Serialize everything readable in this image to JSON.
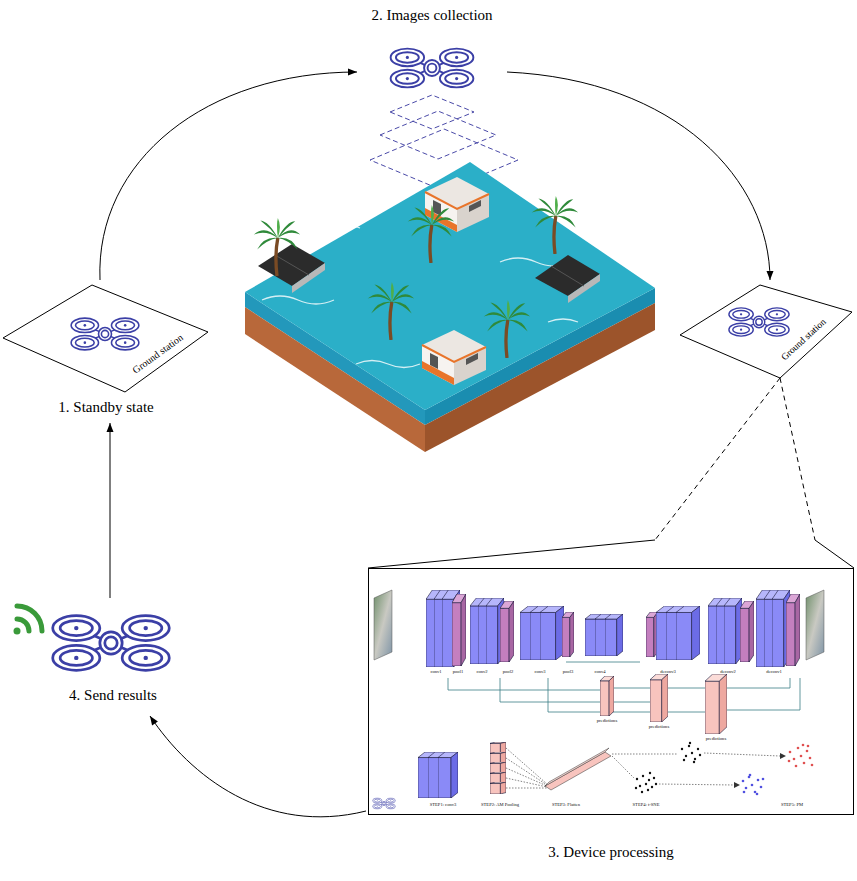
{
  "diagram": {
    "nodes": [
      {
        "text": [
          "Ground station",
          "1. Standby state"
        ]
      },
      {
        "text": [
          "2. Images collection"
        ]
      },
      {
        "text": [
          "Ground station"
        ]
      },
      {
        "text": [
          "3. Device processing"
        ]
      },
      {
        "text": [
          "4. Send results"
        ]
      }
    ],
    "edges": [
      {
        "from": 0,
        "to": 1,
        "arrow": "to"
      },
      {
        "from": 1,
        "to": 2,
        "arrow": "to"
      },
      {
        "from": 2,
        "to": 3,
        "arrow": "none"
      },
      {
        "from": 3,
        "to": 4,
        "arrow": "to"
      },
      {
        "from": 4,
        "to": 0,
        "arrow": "to"
      }
    ],
    "labels": [
      "conv1",
      "pool1",
      "conv2",
      "pool2",
      "conv3",
      "pool3",
      "conv4",
      "deconv3",
      "deconv2",
      "deconv1",
      "predictions",
      "predictions",
      "predictions",
      "STEP1: conv3",
      "STEP2: AM Pooling",
      "STEP3: Flatten",
      "STEP4: t-SNE",
      "STEP5: PM"
    ]
  }
}
